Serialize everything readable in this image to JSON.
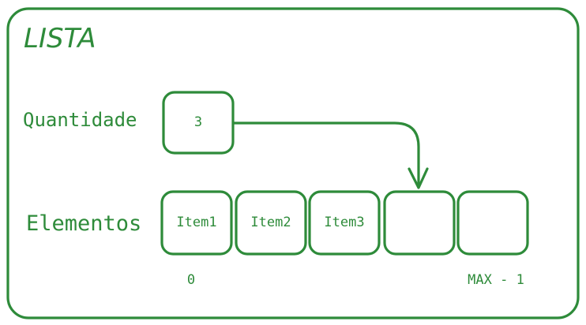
{
  "diagram": {
    "title": "LISTA",
    "quantity_label": "Quantidade",
    "quantity_value": "3",
    "elements_label": "Elementos",
    "elements": [
      "Item1",
      "Item2",
      "Item3",
      "",
      ""
    ],
    "index_first": "0",
    "index_last": "MAX - 1",
    "accent_color": "#2e8b3a"
  }
}
